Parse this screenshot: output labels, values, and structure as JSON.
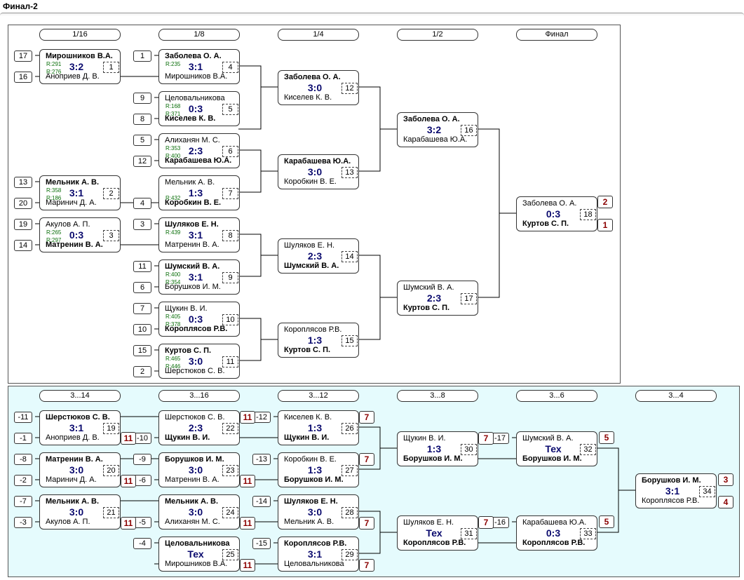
{
  "title": "Финал-2",
  "main_rounds": [
    "1/16",
    "1/8",
    "1/4",
    "1/2",
    "Финал"
  ],
  "cons_rounds": [
    "3...14",
    "3...16",
    "3...12",
    "3...8",
    "3...6",
    "3...4"
  ],
  "main_matches": [
    {
      "p1": "Мирошников В.А.",
      "p2": "Аноприев Д. В.",
      "w": 1,
      "score": "3:2",
      "num": "1",
      "r1": "R:291",
      "r2": "R:276"
    },
    {
      "p1": "Мельник А. В.",
      "p2": "Маринич Д. А.",
      "w": 1,
      "score": "3:1",
      "num": "2",
      "r1": "R:358",
      "r2": "R:186"
    },
    {
      "p1": "Акулов А. П.",
      "p2": "Матренин В. А.",
      "w": 2,
      "score": "0:3",
      "num": "3",
      "r1": "R:265",
      "r2": "R:297"
    },
    {
      "p1": "Заболева О. А.",
      "p2": "Мирошников В.А.",
      "w": 1,
      "score": "3:1",
      "num": "4",
      "r1": "R:235",
      "r2": ""
    },
    {
      "p1": "Целовальникова",
      "p2": "Киселев К. В.",
      "w": 2,
      "score": "0:3",
      "num": "5",
      "r1": "R:168",
      "r2": "R:371"
    },
    {
      "p1": "Алиханян М. С.",
      "p2": "Карабашева Ю.А.",
      "w": 2,
      "score": "2:3",
      "num": "6",
      "r1": "R:353",
      "r2": "R:400"
    },
    {
      "p1": "Мельник А. В.",
      "p2": "Коробкин В. Е.",
      "w": 2,
      "score": "1:3",
      "num": "7",
      "r1": "",
      "r2": "R:432"
    },
    {
      "p1": "Шуляков Е. Н.",
      "p2": "Матренин В. А.",
      "w": 1,
      "score": "3:1",
      "num": "8",
      "r1": "R:439",
      "r2": ""
    },
    {
      "p1": "Шумский В. А.",
      "p2": "Борушков И. М.",
      "w": 1,
      "score": "3:1",
      "num": "9",
      "r1": "R:400",
      "r2": "R:354"
    },
    {
      "p1": "Щукин В. И.",
      "p2": "Короплясов Р.В.",
      "w": 2,
      "score": "0:3",
      "num": "10",
      "r1": "R:405",
      "r2": "R:378"
    },
    {
      "p1": "Куртов С. П.",
      "p2": "Шерстюков С. В.",
      "w": 1,
      "score": "3:0",
      "num": "11",
      "r1": "R:465",
      "r2": "R:446"
    },
    {
      "p1": "Заболева О. А.",
      "p2": "Киселев К. В.",
      "w": 1,
      "score": "3:0",
      "num": "12",
      "r1": "",
      "r2": ""
    },
    {
      "p1": "Карабашева Ю.А.",
      "p2": "Коробкин В. Е.",
      "w": 1,
      "score": "3:0",
      "num": "13",
      "r1": "",
      "r2": ""
    },
    {
      "p1": "Шуляков Е. Н.",
      "p2": "Шумский В. А.",
      "w": 2,
      "score": "2:3",
      "num": "14",
      "r1": "",
      "r2": ""
    },
    {
      "p1": "Короплясов Р.В.",
      "p2": "Куртов С. П.",
      "w": 2,
      "score": "1:3",
      "num": "15",
      "r1": "",
      "r2": ""
    },
    {
      "p1": "Заболева О. А.",
      "p2": "Карабашева Ю.А.",
      "w": 1,
      "score": "3:2",
      "num": "16",
      "r1": "",
      "r2": ""
    },
    {
      "p1": "Шумский В. А.",
      "p2": "Куртов С. П.",
      "w": 2,
      "score": "2:3",
      "num": "17",
      "r1": "",
      "r2": ""
    },
    {
      "p1": "Заболева О. А.",
      "p2": "Куртов С. П.",
      "w": 2,
      "score": "0:3",
      "num": "18",
      "r1": "",
      "r2": ""
    }
  ],
  "main_seeds": [
    "17",
    "16",
    "13",
    "20",
    "19",
    "14",
    "1",
    "9",
    "8",
    "5",
    "12",
    "4",
    "3",
    "11",
    "6",
    "7",
    "10",
    "15",
    "2"
  ],
  "final_places": [
    "2",
    "1"
  ],
  "cons_matches": [
    {
      "p1": "Шерстюков С. В.",
      "p2": "Аноприев Д. В.",
      "w": 1,
      "score": "3:1",
      "num": "19"
    },
    {
      "p1": "Матренин В. А.",
      "p2": "Маринич Д. А.",
      "w": 1,
      "score": "3:0",
      "num": "20"
    },
    {
      "p1": "Мельник А. В.",
      "p2": "Акулов А. П.",
      "w": 1,
      "score": "3:0",
      "num": "21"
    },
    {
      "p1": "Шерстюков С. В.",
      "p2": "Щукин В. И.",
      "w": 2,
      "score": "2:3",
      "num": "22"
    },
    {
      "p1": "Борушков И. М.",
      "p2": "Матренин В. А.",
      "w": 1,
      "score": "3:0",
      "num": "23"
    },
    {
      "p1": "Мельник А. В.",
      "p2": "Алиханян М. С.",
      "w": 1,
      "score": "3:0",
      "num": "24"
    },
    {
      "p1": "Целовальникова",
      "p2": "Мирошников В.А.",
      "w": 1,
      "score": "Тех",
      "num": "25"
    },
    {
      "p1": "Киселев К. В.",
      "p2": "Щукин В. И.",
      "w": 2,
      "score": "1:3",
      "num": "26"
    },
    {
      "p1": "Коробкин В. Е.",
      "p2": "Борушков И. М.",
      "w": 2,
      "score": "1:3",
      "num": "27"
    },
    {
      "p1": "Шуляков Е. Н.",
      "p2": "Мельник А. В.",
      "w": 1,
      "score": "3:0",
      "num": "28"
    },
    {
      "p1": "Короплясов Р.В.",
      "p2": "Целовальникова",
      "w": 1,
      "score": "3:1",
      "num": "29"
    },
    {
      "p1": "Щукин В. И.",
      "p2": "Борушков И. М.",
      "w": 2,
      "score": "1:3",
      "num": "30"
    },
    {
      "p1": "Шуляков Е. Н.",
      "p2": "Короплясов Р.В.",
      "w": 2,
      "score": "Тех",
      "num": "31"
    },
    {
      "p1": "Шумский В. А.",
      "p2": "Борушков И. М.",
      "w": 2,
      "score": "Тех",
      "num": "32"
    },
    {
      "p1": "Карабашева Ю.А.",
      "p2": "Короплясов Р.В.",
      "w": 2,
      "score": "0:3",
      "num": "33"
    },
    {
      "p1": "Борушков И. М.",
      "p2": "Короплясов Р.В.",
      "w": 1,
      "score": "3:1",
      "num": "34"
    }
  ],
  "cons_seeds": [
    "-11",
    "-1",
    "-8",
    "-2",
    "-7",
    "-3",
    "-10",
    "-9",
    "-6",
    "-5",
    "-4",
    "-12",
    "-13",
    "-14",
    "-15",
    "-17",
    "-16"
  ],
  "cons_places": [
    "11",
    "11",
    "11",
    "11",
    "11",
    "11",
    "11",
    "7",
    "7",
    "7",
    "7",
    "7",
    "7",
    "5",
    "5",
    "3",
    "4"
  ]
}
